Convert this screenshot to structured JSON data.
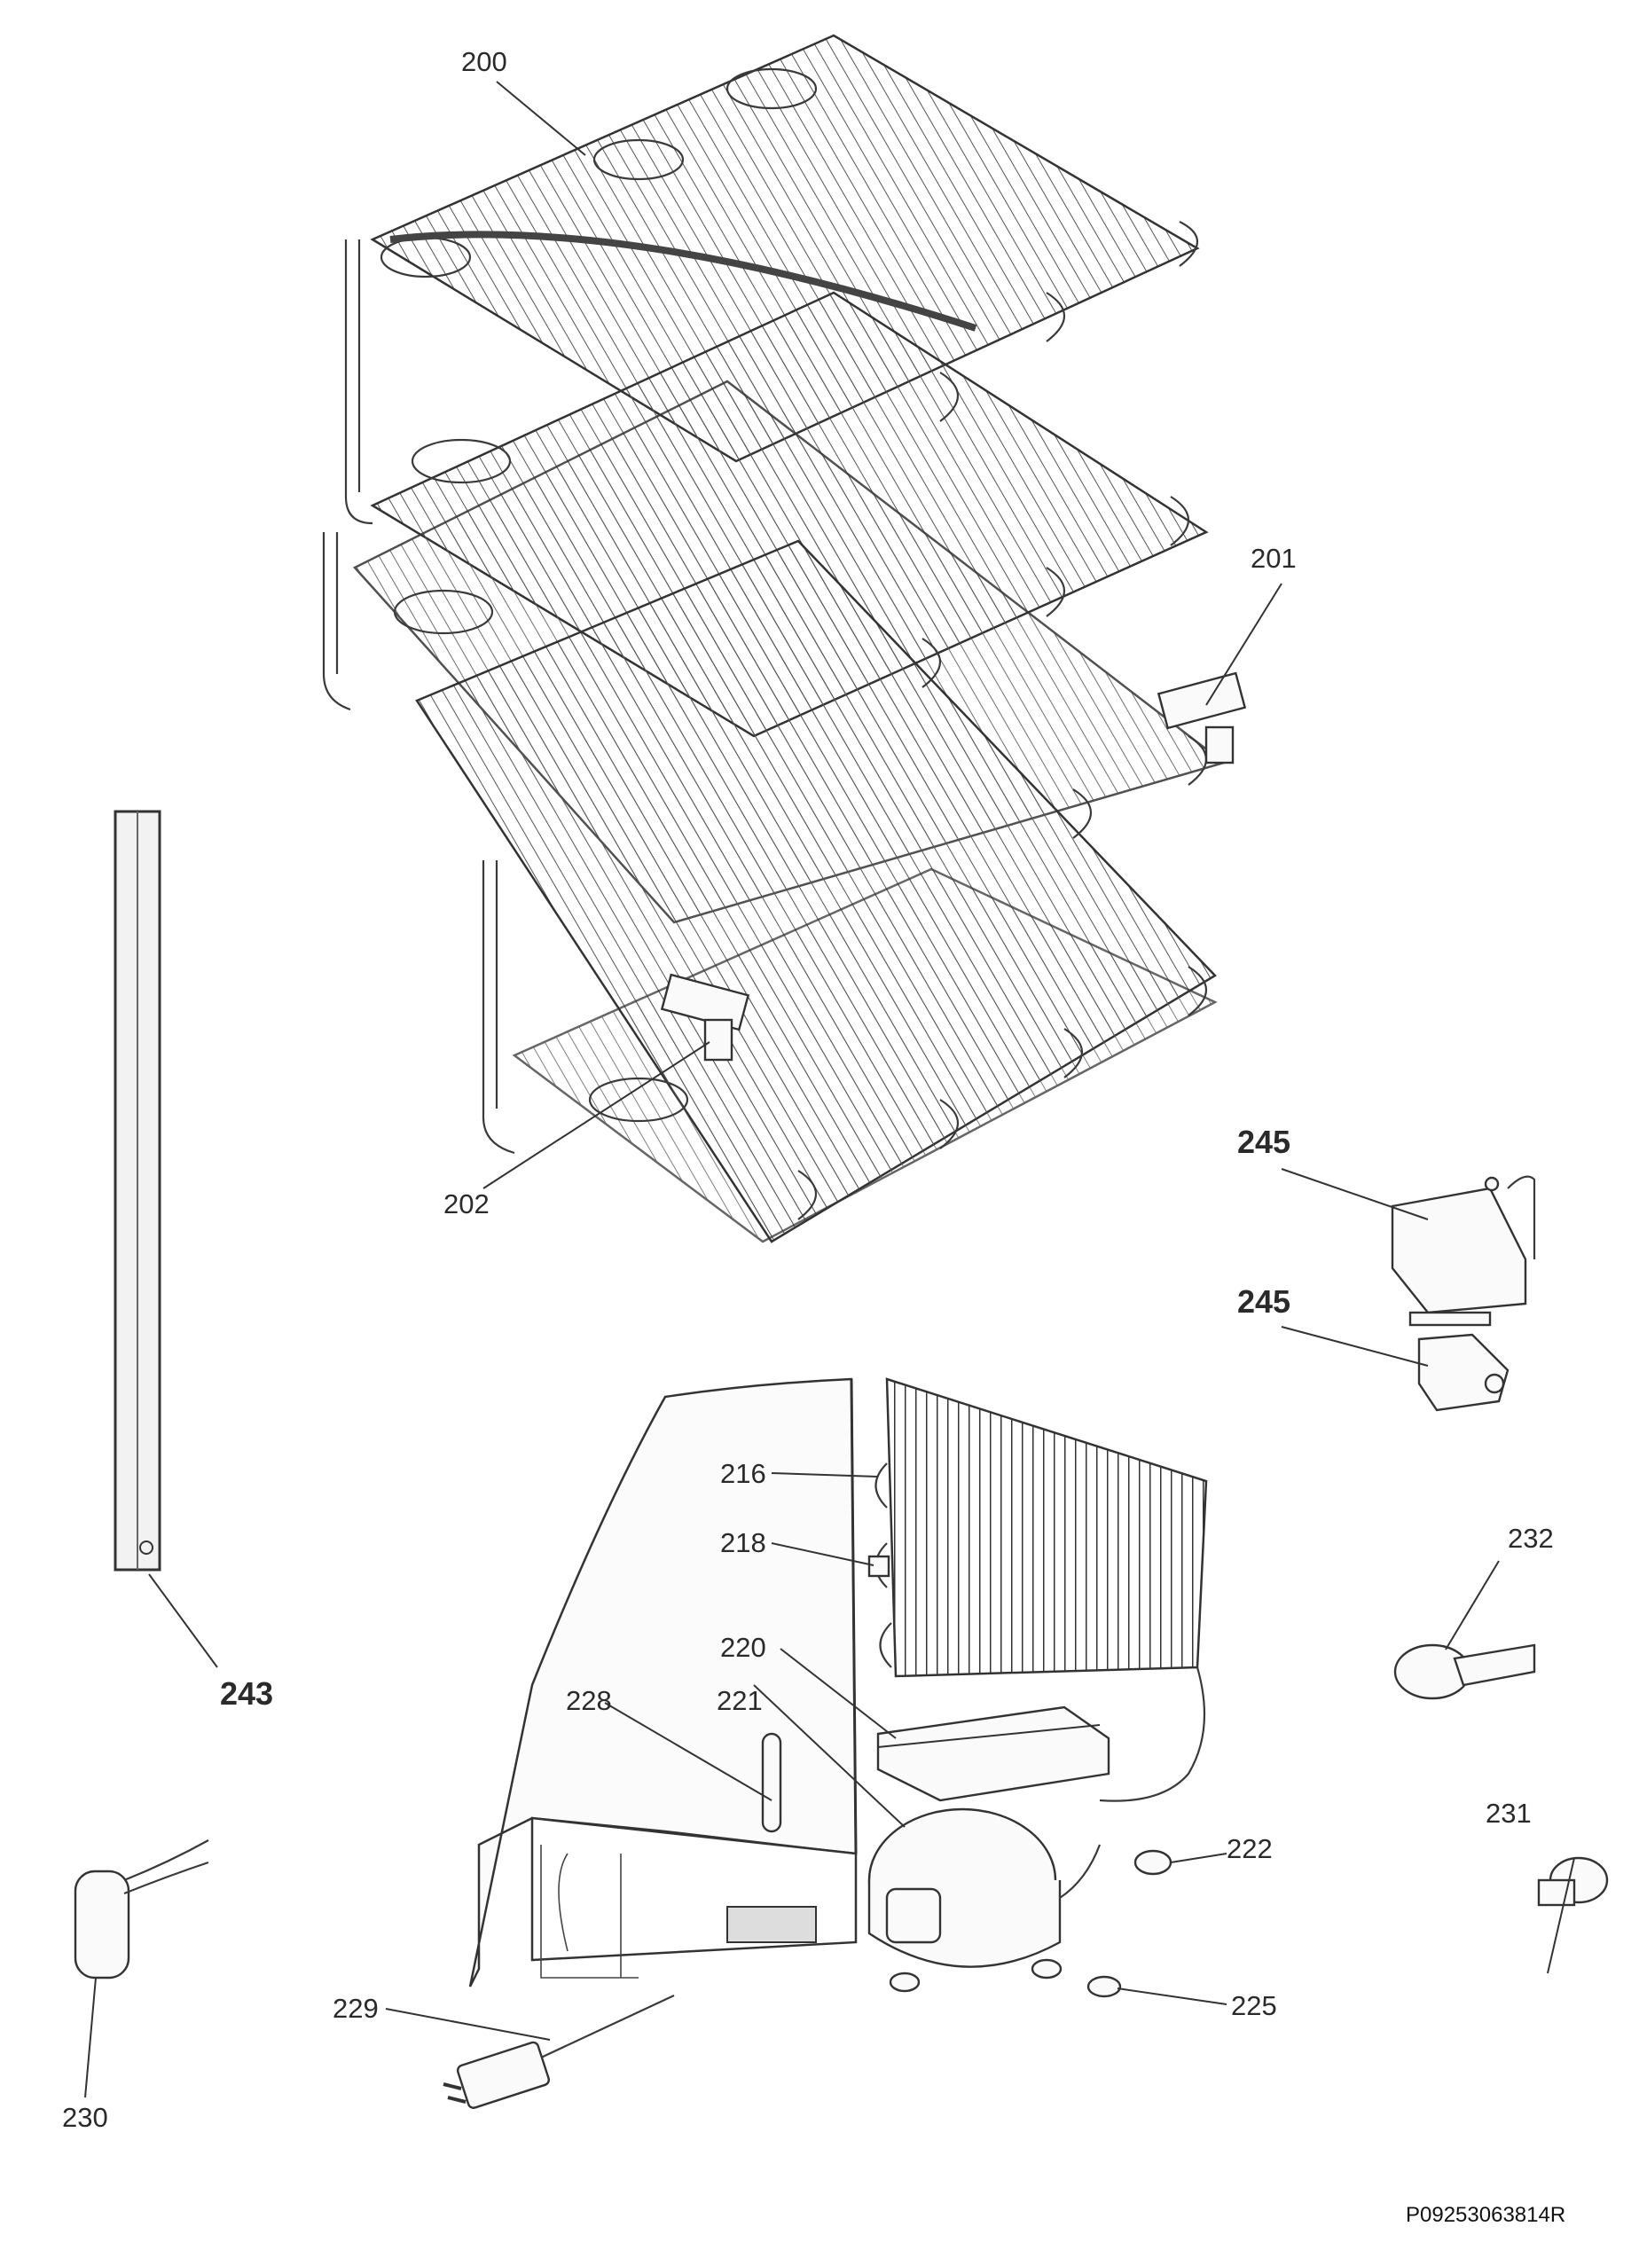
{
  "diagram": {
    "reference_code": "P09253063814R",
    "callouts": [
      {
        "id": "200",
        "text": "200"
      },
      {
        "id": "201",
        "text": "201"
      },
      {
        "id": "202",
        "text": "202"
      },
      {
        "id": "245a",
        "text": "245"
      },
      {
        "id": "245b",
        "text": "245"
      },
      {
        "id": "243",
        "text": "243"
      },
      {
        "id": "216",
        "text": "216"
      },
      {
        "id": "218",
        "text": "218"
      },
      {
        "id": "220",
        "text": "220"
      },
      {
        "id": "221",
        "text": "221"
      },
      {
        "id": "228",
        "text": "228"
      },
      {
        "id": "222",
        "text": "222"
      },
      {
        "id": "225",
        "text": "225"
      },
      {
        "id": "229",
        "text": "229"
      },
      {
        "id": "230",
        "text": "230"
      },
      {
        "id": "231",
        "text": "231"
      },
      {
        "id": "232",
        "text": "232"
      }
    ]
  }
}
